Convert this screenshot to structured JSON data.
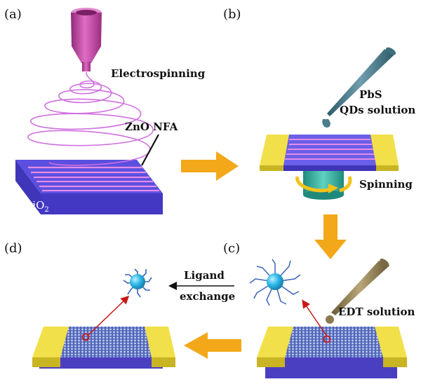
{
  "panels": {
    "a": {
      "label": "(a)",
      "electrospinning": "Electrospinning",
      "zno": "ZnO NFA",
      "substrate": "SiO",
      "substrate_sub": "2"
    },
    "b": {
      "label": "(b)",
      "pbs_line1": "PbS",
      "pbs_line2": "QDs solution",
      "spinning": "Spinning"
    },
    "c": {
      "label": "(c)",
      "edt": "EDT solution"
    },
    "d": {
      "label": "(d)"
    }
  },
  "exchange": {
    "line1": "Ligand",
    "line2": "exchange"
  },
  "colors": {
    "substrate_top": "#5b4fe0",
    "substrate_side": "#3a31a8",
    "electrode": "#f2e04a",
    "nozzle": "#c0409c",
    "fiber": "#d070e0",
    "arrow": "#f3a81a",
    "chuck": "#2fb0a0",
    "quantum_dot": "#29b7e6",
    "ligand": "#3a63b8",
    "red_marker": "#c81818"
  }
}
